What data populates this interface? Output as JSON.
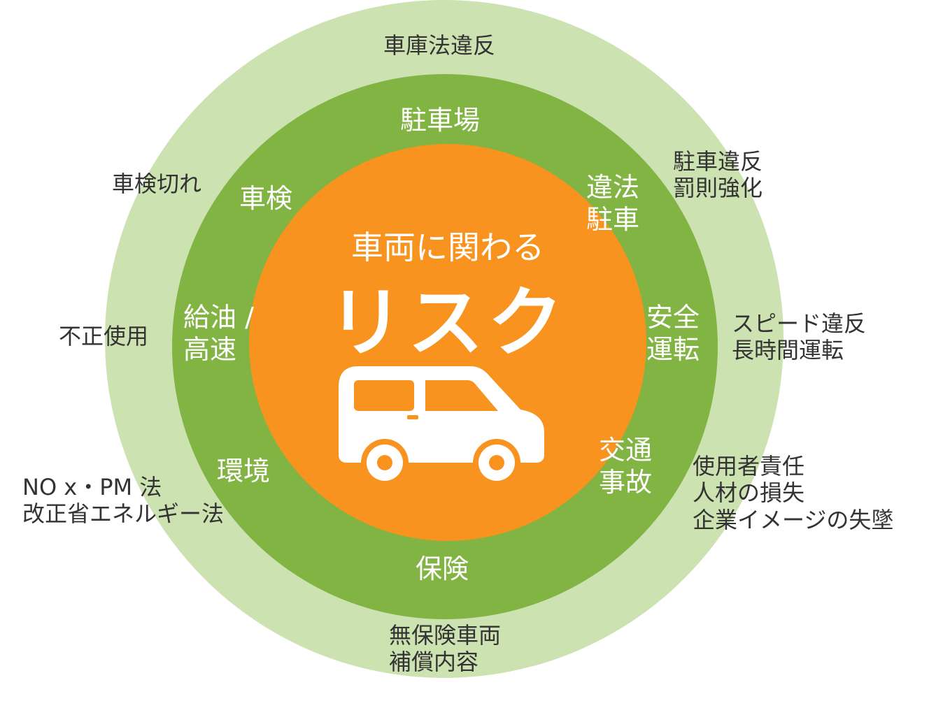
{
  "colors": {
    "outer_ring": "#cce2b1",
    "middle_ring": "#82b443",
    "core": "#f7931e",
    "outer_text": "#333333",
    "inner_text": "#ffffff"
  },
  "core": {
    "subtitle": "車両に関わる",
    "title": "リスク",
    "icon": "car-icon"
  },
  "middle_ring": {
    "top": "駐車場",
    "shaken": "車検",
    "illegal_parking": [
      "違法",
      "駐車"
    ],
    "fuel_highway": [
      "給油 /",
      "高速"
    ],
    "safe_driving": [
      "安全",
      "運転"
    ],
    "environment": "環境",
    "accident": [
      "交通",
      "事故"
    ],
    "insurance": "保険"
  },
  "outer_ring": {
    "top": "車庫法違反",
    "shaken_expired": "車検切れ",
    "parking_violation": [
      "駐車違反",
      "罰則強化"
    ],
    "misuse": "不正使用",
    "speed": [
      "スピード違反",
      "長時間運転"
    ],
    "nox": [
      "NO x・PM 法",
      "改正省エネルギー法"
    ],
    "responsibility": [
      "使用者責任",
      "人材の損失",
      "企業イメージの失墜"
    ],
    "uninsured": [
      "無保険車両",
      "補償内容"
    ]
  }
}
